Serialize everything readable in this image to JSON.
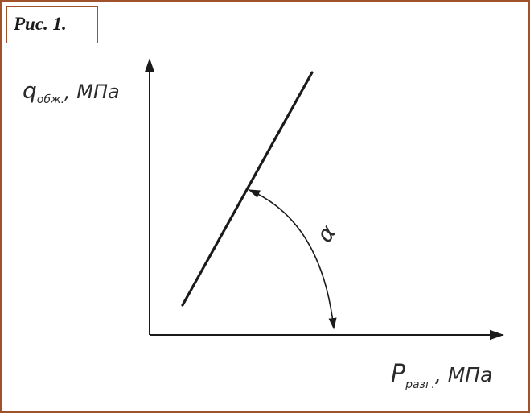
{
  "figure": {
    "caption": "Рис. 1.",
    "y_axis": {
      "symbol": "q",
      "subscript": "обж.",
      "unit": ", МПа"
    },
    "x_axis": {
      "symbol": "P",
      "subscript": "разг.",
      "unit": ", МПа"
    },
    "angle_label": "α"
  },
  "colors": {
    "frame_border": "#a0522d",
    "line": "#1a1a1a",
    "text": "#2b2b2b"
  }
}
